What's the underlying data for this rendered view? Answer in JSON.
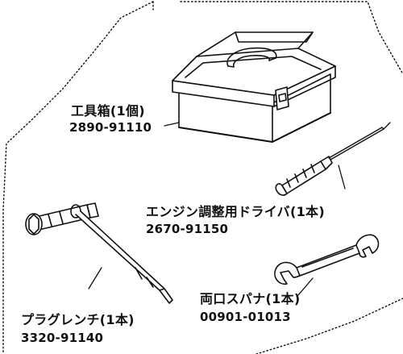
{
  "parts": [
    {
      "id": "toolbox",
      "name": "工具箱(1個)",
      "part_number": "2890-91110"
    },
    {
      "id": "screwdriver",
      "name": "エンジン調整用ドライバ(1本)",
      "part_number": "2670-91150"
    },
    {
      "id": "plug_wrench",
      "name": "プラグレンチ(1本)",
      "part_number": "3320-91140"
    },
    {
      "id": "spanner",
      "name": "両口スパナ(1本)",
      "part_number": "00901-01013"
    }
  ],
  "colors": {
    "ink": "#111111",
    "paper": "#ffffff"
  }
}
